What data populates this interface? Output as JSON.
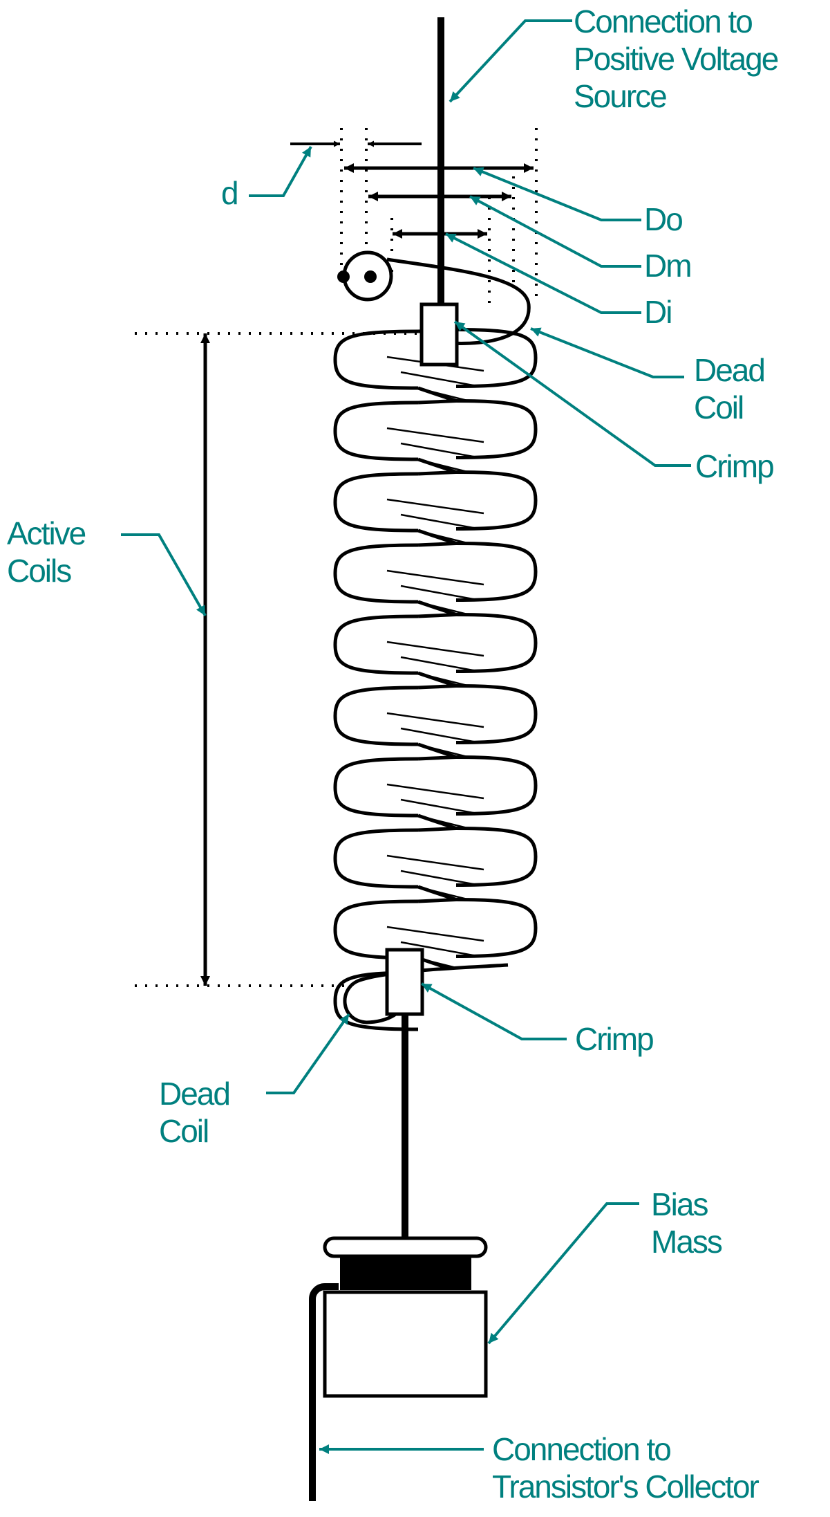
{
  "colors": {
    "label": "#00807f",
    "stroke": "#000000",
    "background": "#ffffff"
  },
  "labels": {
    "top_connection": [
      "Connection to",
      "Positive Voltage",
      "Source"
    ],
    "wire_diameter": "d",
    "outer_diameter": "Do",
    "mean_diameter": "Dm",
    "inner_diameter": "Di",
    "dead_coil_top": [
      "Dead",
      "Coil"
    ],
    "crimp_top": "Crimp",
    "active_coils": [
      "Active",
      "Coils"
    ],
    "crimp_bottom": "Crimp",
    "dead_coil_bottom": [
      "Dead",
      "Coil"
    ],
    "bias_mass": [
      "Bias",
      "Mass"
    ],
    "bottom_connection": [
      "Connection to",
      "Transistor's Collector"
    ]
  },
  "spring": {
    "active_coil_count": 9
  }
}
